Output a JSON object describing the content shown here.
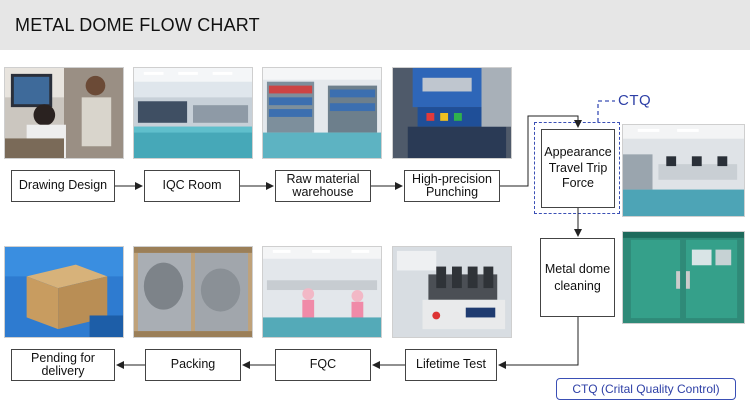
{
  "header": {
    "title": "METAL DOME FLOW CHART"
  },
  "steps": {
    "drawing_design": "Drawing Design",
    "iqc_room": "IQC Room",
    "raw_material_warehouse": "Raw material warehouse",
    "high_precision_punching": "High-precision Punching",
    "appearance_travel_trip_force": "Appearance Travel Trip Force",
    "metal_dome_cleaning": "Metal dome cleaning",
    "lifetime_test": "Lifetime Test",
    "fqc": "FQC",
    "packing": "Packing",
    "pending_for_delivery": "Pending for delivery"
  },
  "ctq": {
    "label": "CTQ",
    "legend": "CTQ (Crital Quality Control)",
    "color": "#2d3fa6"
  },
  "photos": [
    "design-office-photo",
    "iqc-room-photo",
    "warehouse-photo",
    "punching-machine-photo",
    "inspection-lab-photo",
    "cleaning-chamber-photo",
    "delivery-box-photo",
    "packing-photo",
    "fqc-workshop-photo",
    "lifetime-tester-photo"
  ]
}
